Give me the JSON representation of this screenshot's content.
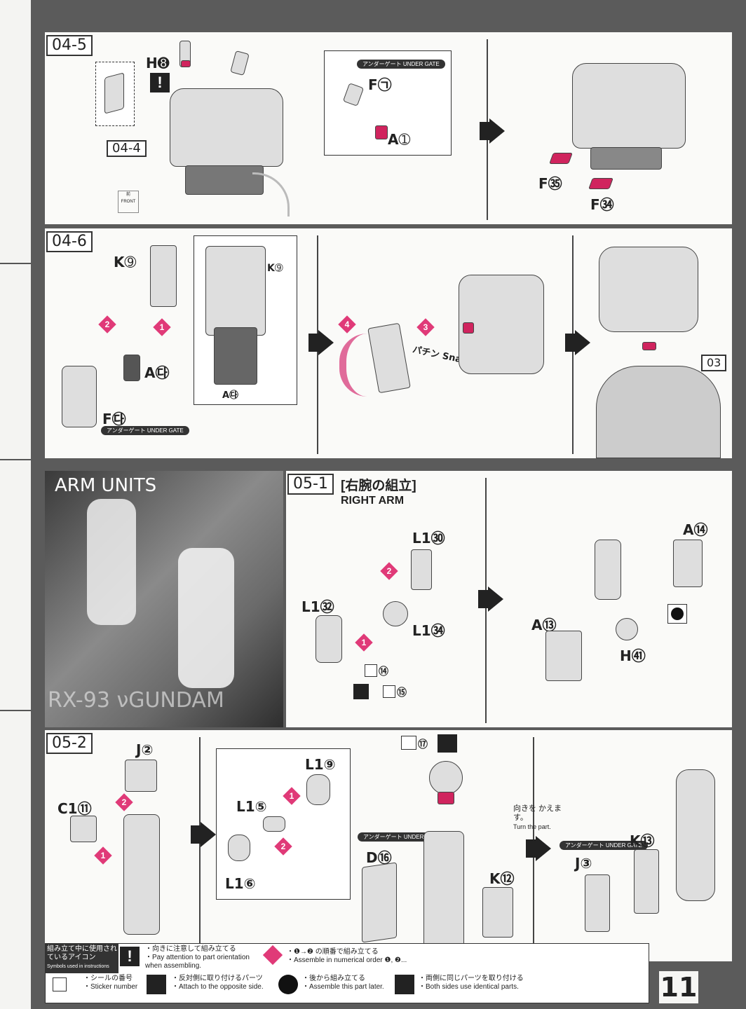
{
  "page_number": "11",
  "s045": {
    "step": "04-5",
    "ref": "04-4",
    "h": "H➑",
    "a": "A➀",
    "f24": "F㉠",
    "f23": "F㉟",
    "f22": "F㉞",
    "gate": "アンダーゲート UNDER GATE",
    "front": "前 FRONT"
  },
  "s046": {
    "step": "04-6",
    "k9": "K➈",
    "k9b": "K➈",
    "a29": "A㉰",
    "a29b": "A㉰",
    "f29": "F㉰",
    "gate": "アンダーゲート UNDER GATE",
    "snap": "パチン Snap",
    "ref": "03"
  },
  "photo": {
    "title": "ARM UNITS",
    "model": "RX-93 νGUNDAM"
  },
  "s051": {
    "step": "05-1",
    "jp": "[右腕の組立]",
    "en": "RIGHT ARM",
    "l125": "L1㉚",
    "l127": "L1㉜",
    "l122": "L1㉞",
    "sticker14": "⑭",
    "sticker15": "⑮",
    "a14": "A⑭",
    "a13": "A⑬",
    "h41": "H㊶"
  },
  "s052": {
    "step": "05-2",
    "j2": "J②",
    "c111": "C1⑪",
    "l19": "L1⑨",
    "l15": "L1⑤",
    "l16": "L1⑥",
    "d16": "D⑯",
    "k12": "K⑫",
    "k13": "K⑬",
    "j3": "J③",
    "sticker17": "⑰",
    "turn_jp": "向きを かえます。",
    "turn_en": "Turn the part.",
    "gate": "アンダーゲート UNDER GATE"
  },
  "legend": {
    "title_jp": "組み立て中に使用されているアイコン",
    "title_en": "Symbols used in instructions",
    "orient_jp": "・向きに注意して組み立てる",
    "orient_en": "・Pay attention to part orientation when assembling.",
    "order_jp": "・❶→❷ の順番で組み立てる",
    "order_en": "・Assemble in numerical order ❶, ❷...",
    "sticker_jp": "・シールの番号",
    "sticker_en": "・Sticker number",
    "opposite_jp": "・反対側に取り付けるパーツ",
    "opposite_en": "・Attach to the opposite side.",
    "later_jp": "・後から組み立てる",
    "later_en": "・Assemble this part later.",
    "both_jp": "・両側に同じパーツを取り付ける",
    "both_en": "・Both sides use identical parts."
  }
}
